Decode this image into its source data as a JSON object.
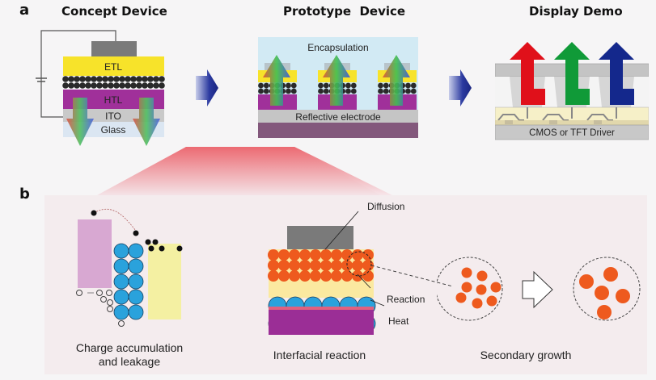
{
  "panel_a": {
    "letter": "a",
    "concept": {
      "title": "Concept Device",
      "layers": [
        "ETL",
        "HTL",
        "ITO",
        "Glass"
      ]
    },
    "prototype": {
      "title": "Prototype  Device",
      "top_label": "Encapsulation",
      "bottom_label": "Reflective electrode"
    },
    "display": {
      "title": "Display Demo",
      "driver_label": "CMOS or TFT Driver",
      "arrow_colors": [
        "#e0101a",
        "#109a38",
        "#14288c"
      ]
    }
  },
  "panel_b": {
    "letter": "b",
    "captions": {
      "charge_line1": "Charge accumulation",
      "charge_line2": "and leakage",
      "interfacial": "Interfacial reaction",
      "secondary": "Secondary growth"
    },
    "labels": {
      "diffusion": "Diffusion",
      "reaction": "Reaction",
      "heat": "Heat"
    }
  },
  "colors": {
    "etl": "#f7e32a",
    "htl": "#a0309a",
    "ito": "#c9c9c9",
    "glass": "#dbe6f2",
    "qd_dark": "#2a2a2a",
    "qd_blue": "#2aa2dc",
    "qd_orange": "#ee5a1e",
    "substrate": "#83587c",
    "encapsulation": "#d2eaf4",
    "zoom_beam": "#ec6f78"
  }
}
